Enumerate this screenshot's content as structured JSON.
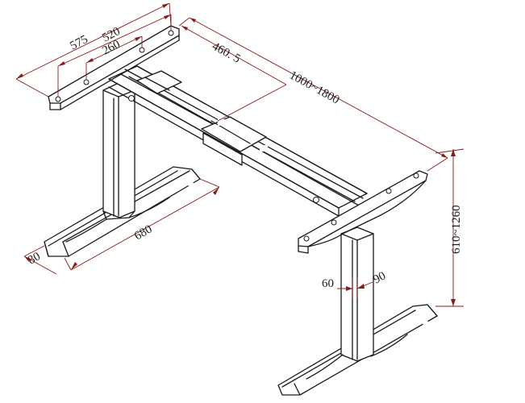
{
  "dimensions": {
    "foot_width": "575",
    "hole_span_outer": "520",
    "hole_span_inner": "260",
    "beam_offset": "460. 5",
    "frame_width_range": "1000~1800",
    "height_range": "610~1260",
    "leg_size_a": "60",
    "leg_size_b": "90",
    "foot_length": "680",
    "foot_end_width": "80"
  },
  "colors": {
    "frame_stroke": "#1a1a1a",
    "dimension_stroke": "#8b1a1a"
  }
}
